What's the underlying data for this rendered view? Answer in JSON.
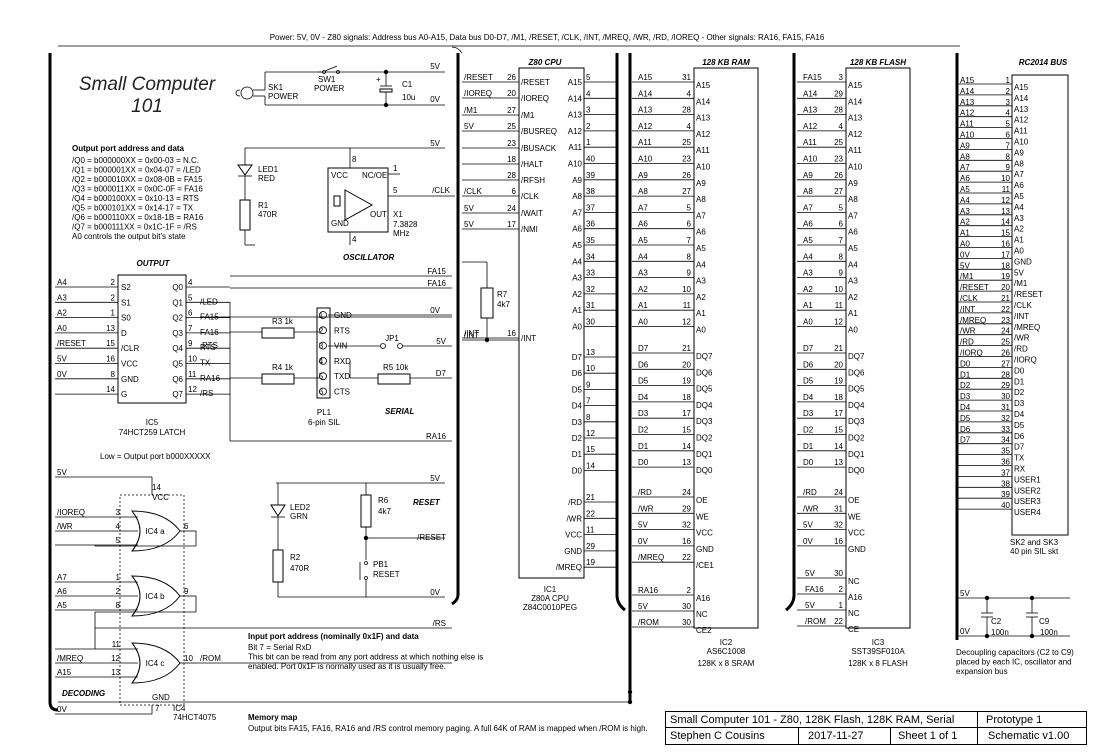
{
  "header": {
    "power_note": "Power: 5V, 0V  -  Z80 signals: Address bus A0-A15, Data bus D0-D7, /M1, /RESET, /CLK, /INT, /MREQ, /WR, /RD, /IOREQ  -  Other signals: RA16, FA15, FA16"
  },
  "title": {
    "line1": "Small Computer",
    "line2": "101"
  },
  "output_note": {
    "heading": "Output port address and data",
    "lines": [
      "/Q0 = b000000XX = 0x00-03  = N.C.",
      "/Q1 = b000001XX = 0x04-07  = /LED",
      "/Q2 = b000010XX = 0x08-0B  = FA15",
      "/Q3 = b000011XX = 0x0C-0F  = FA16",
      "/Q4 = b000100XX = 0x10-13  = RTS",
      "/Q5 = b000101XX = 0x14-17  = TX",
      "/Q6 = b000110XX = 0x18-1B  = RA16",
      "/Q7 = b000111XX = 0x1C-1F  = /RS",
      "A0 controls the output bit's state"
    ]
  },
  "power": {
    "sk1": "SK1",
    "sk1_sub": "POWER",
    "sw1": "SW1",
    "sw1_sub": "POWER",
    "c1": "C1",
    "c1_val": "10u",
    "v5": "5V",
    "v0": "0V"
  },
  "led1": {
    "name": "LED1",
    "color": "RED",
    "r1": "R1",
    "r1_val": "470R"
  },
  "osc": {
    "label": "OSCILLATOR",
    "vcc": "VCC",
    "gnd": "GND",
    "nc": "NC/OE",
    "out": "OUT",
    "x1": "X1",
    "freq": "7.3828",
    "unit": "MHz",
    "p8": "8",
    "p5": "5",
    "p4": "4",
    "p1": "1"
  },
  "z80": {
    "title": "Z80 CPU",
    "ic": "IC1",
    "name": "Z80A  CPU",
    "part": "Z84C0010PEG",
    "left_pins": [
      [
        "/RESET",
        "26"
      ],
      [
        "/IOREQ",
        "20"
      ],
      [
        "/M1",
        "27"
      ],
      [
        "/BUSREQ",
        "25"
      ],
      [
        "/BUSACK",
        "23"
      ],
      [
        "/HALT",
        "18"
      ],
      [
        "/RFSH",
        "28"
      ],
      [
        "/CLK",
        "6"
      ],
      [
        "/WAIT",
        "24"
      ],
      [
        "/NMI",
        "17"
      ],
      [
        "/INT",
        "16"
      ]
    ],
    "left_nets": [
      "/RESET",
      "/IOREQ",
      "/M1",
      "5V",
      "",
      "",
      "",
      "/CLK",
      "5V",
      "5V",
      "/INT"
    ],
    "addr": [
      [
        "A15",
        "5"
      ],
      [
        "A14",
        "4"
      ],
      [
        "A13",
        "3"
      ],
      [
        "A12",
        "2"
      ],
      [
        "A11",
        "1"
      ],
      [
        "A10",
        "40"
      ],
      [
        "A9",
        "39"
      ],
      [
        "A8",
        "38"
      ],
      [
        "A7",
        "37"
      ],
      [
        "A6",
        "36"
      ],
      [
        "A5",
        "35"
      ],
      [
        "A4",
        "34"
      ],
      [
        "A3",
        "33"
      ],
      [
        "A2",
        "32"
      ],
      [
        "A1",
        "31"
      ],
      [
        "A0",
        "30"
      ]
    ],
    "data": [
      [
        "D7",
        "13"
      ],
      [
        "D6",
        "10"
      ],
      [
        "D5",
        "9"
      ],
      [
        "D4",
        "7"
      ],
      [
        "D3",
        "8"
      ],
      [
        "D2",
        "12"
      ],
      [
        "D1",
        "15"
      ],
      [
        "D0",
        "14"
      ]
    ],
    "ctrl": [
      [
        "/RD",
        "21"
      ],
      [
        "/WR",
        "22"
      ],
      [
        "VCC",
        "11"
      ],
      [
        "GND",
        "29"
      ],
      [
        "/MREQ",
        "19"
      ]
    ]
  },
  "ram": {
    "title": "128 KB RAM",
    "ic": "IC2",
    "name": "AS6C1008",
    "desc": "128K x 8 SRAM",
    "addr": [
      [
        "A15",
        "31",
        "A15"
      ],
      [
        "A14",
        "4",
        "A14"
      ],
      [
        "A13",
        "28",
        "A13"
      ],
      [
        "A12",
        "4",
        "A12"
      ],
      [
        "A11",
        "25",
        "A11"
      ],
      [
        "A10",
        "23",
        "A10"
      ],
      [
        "A9",
        "26",
        "A9"
      ],
      [
        "A8",
        "27",
        "A8"
      ],
      [
        "A7",
        "5",
        "A7"
      ],
      [
        "A6",
        "6",
        "A6"
      ],
      [
        "A5",
        "7",
        "A5"
      ],
      [
        "A4",
        "8",
        "A4"
      ],
      [
        "A3",
        "9",
        "A3"
      ],
      [
        "A2",
        "10",
        "A2"
      ],
      [
        "A1",
        "11",
        "A1"
      ],
      [
        "A0",
        "12",
        "A0"
      ]
    ],
    "data": [
      [
        "D7",
        "21",
        "DQ7"
      ],
      [
        "D6",
        "20",
        "DQ6"
      ],
      [
        "D5",
        "19",
        "DQ5"
      ],
      [
        "D4",
        "18",
        "DQ4"
      ],
      [
        "D3",
        "17",
        "DQ3"
      ],
      [
        "D2",
        "15",
        "DQ2"
      ],
      [
        "D1",
        "14",
        "DQ1"
      ],
      [
        "D0",
        "13",
        "DQ0"
      ]
    ],
    "ctrl": [
      [
        "/RD",
        "24",
        "OE"
      ],
      [
        "/WR",
        "29",
        "WE"
      ],
      [
        "5V",
        "32",
        "VCC"
      ],
      [
        "0V",
        "16",
        "GND"
      ],
      [
        "/MREQ",
        "22",
        "/CE1"
      ]
    ],
    "extra": [
      [
        "RA16",
        "2",
        "A16"
      ],
      [
        "5V",
        "30",
        "NC"
      ],
      [
        "/ROM",
        "30",
        "CE2"
      ]
    ]
  },
  "flash": {
    "title": "128 KB FLASH",
    "ic": "IC3",
    "name": "SST39SF010A",
    "desc": "128K x 8 FLASH",
    "addr": [
      [
        "FA15",
        "3",
        "A15"
      ],
      [
        "A14",
        "29",
        "A14"
      ],
      [
        "A13",
        "28",
        "A13"
      ],
      [
        "A12",
        "4",
        "A12"
      ],
      [
        "A11",
        "25",
        "A11"
      ],
      [
        "A10",
        "23",
        "A10"
      ],
      [
        "A9",
        "26",
        "A9"
      ],
      [
        "A8",
        "27",
        "A8"
      ],
      [
        "A7",
        "5",
        "A7"
      ],
      [
        "A6",
        "6",
        "A6"
      ],
      [
        "A5",
        "7",
        "A5"
      ],
      [
        "A4",
        "8",
        "A4"
      ],
      [
        "A3",
        "9",
        "A3"
      ],
      [
        "A2",
        "10",
        "A2"
      ],
      [
        "A1",
        "11",
        "A1"
      ],
      [
        "A0",
        "12",
        "A0"
      ]
    ],
    "data": [
      [
        "D7",
        "21",
        "DQ7"
      ],
      [
        "D6",
        "20",
        "DQ6"
      ],
      [
        "D5",
        "19",
        "DQ5"
      ],
      [
        "D4",
        "18",
        "DQ4"
      ],
      [
        "D3",
        "17",
        "DQ3"
      ],
      [
        "D2",
        "15",
        "DQ2"
      ],
      [
        "D1",
        "14",
        "DQ1"
      ],
      [
        "D0",
        "13",
        "DQ0"
      ]
    ],
    "ctrl": [
      [
        "/RD",
        "24",
        "OE"
      ],
      [
        "/WR",
        "31",
        "WE"
      ],
      [
        "5V",
        "32",
        "VCC"
      ],
      [
        "0V",
        "16",
        "GND"
      ]
    ],
    "extra": [
      [
        "5V",
        "30",
        "NC"
      ],
      [
        "FA16",
        "2",
        "A16"
      ],
      [
        "5V",
        "1",
        "NC"
      ],
      [
        "/ROM",
        "22",
        "CE"
      ]
    ]
  },
  "bus": {
    "title": "RC2014 BUS",
    "note1": "SK2 and SK3",
    "note2": "40 pin SIL skt",
    "pins": [
      [
        "A15",
        "1",
        "A15"
      ],
      [
        "A14",
        "2",
        "A14"
      ],
      [
        "A13",
        "3",
        "A13"
      ],
      [
        "A12",
        "4",
        "A12"
      ],
      [
        "A11",
        "5",
        "A11"
      ],
      [
        "A10",
        "6",
        "A10"
      ],
      [
        "A9",
        "7",
        "A9"
      ],
      [
        "A8",
        "8",
        "A8"
      ],
      [
        "A7",
        "9",
        "A7"
      ],
      [
        "A6",
        "10",
        "A6"
      ],
      [
        "A5",
        "11",
        "A5"
      ],
      [
        "A4",
        "12",
        "A4"
      ],
      [
        "A3",
        "13",
        "A3"
      ],
      [
        "A2",
        "14",
        "A2"
      ],
      [
        "A1",
        "15",
        "A1"
      ],
      [
        "A0",
        "16",
        "A0"
      ],
      [
        "0V",
        "17",
        "GND"
      ],
      [
        "5V",
        "18",
        "5V"
      ],
      [
        "/M1",
        "19",
        "/M1"
      ],
      [
        "/RESET",
        "20",
        "/RESET"
      ],
      [
        "/CLK",
        "21",
        "/CLK"
      ],
      [
        "/INT",
        "22",
        "/INT"
      ],
      [
        "/MREQ",
        "23",
        "/MREQ"
      ],
      [
        "/WR",
        "24",
        "/WR"
      ],
      [
        "/RD",
        "25",
        "/RD"
      ],
      [
        "/IORQ",
        "26",
        "/IORQ"
      ],
      [
        "D0",
        "27",
        "D0"
      ],
      [
        "D1",
        "28",
        "D1"
      ],
      [
        "D2",
        "29",
        "D2"
      ],
      [
        "D3",
        "30",
        "D3"
      ],
      [
        "D4",
        "31",
        "D4"
      ],
      [
        "D5",
        "32",
        "D5"
      ],
      [
        "D6",
        "33",
        "D6"
      ],
      [
        "D7",
        "34",
        "D7"
      ],
      [
        "",
        "35",
        "TX"
      ],
      [
        "",
        "36",
        "RX"
      ],
      [
        "",
        "37",
        "USER1"
      ],
      [
        "",
        "38",
        "USER2"
      ],
      [
        "",
        "39",
        "USER3"
      ],
      [
        "",
        "40",
        "USER4"
      ]
    ]
  },
  "latch": {
    "title": "OUTPUT",
    "ic": "IC5",
    "part": "74HCT259  LATCH",
    "left": [
      [
        "A4",
        "2",
        "S2"
      ],
      [
        "A3",
        "2",
        "S1"
      ],
      [
        "A2",
        "1",
        "S0"
      ],
      [
        "A0",
        "13",
        "D"
      ],
      [
        "/RESET",
        "15",
        "/CLR"
      ],
      [
        "5V",
        "16",
        "VCC"
      ],
      [
        "0V",
        "8",
        "GND"
      ],
      [
        "",
        "14",
        "G"
      ]
    ],
    "right": [
      [
        "4",
        "Q0",
        ""
      ],
      [
        "5",
        "Q1",
        "/LED"
      ],
      [
        "6",
        "Q2",
        "FA15"
      ],
      [
        "7",
        "Q3",
        "FA16"
      ],
      [
        "9",
        "Q4",
        "RTS"
      ],
      [
        "10",
        "Q5",
        "TX"
      ],
      [
        "11",
        "Q6",
        "RA16"
      ],
      [
        "12",
        "Q7",
        "/RS"
      ]
    ],
    "note": "Low = Output port b000XXXXX"
  },
  "serial": {
    "label": "SERIAL",
    "pl1": "PL1",
    "pl1_sub": "6-pin SIL",
    "jp1": "JP1",
    "r3": "R3 1k",
    "r4": "R4 1k",
    "r5": "R5 10k",
    "r7": "R7",
    "r7_val": "4k7",
    "pins": [
      [
        "1",
        "GND"
      ],
      [
        "2",
        "RTS"
      ],
      [
        "3",
        "VIN"
      ],
      [
        "4",
        "RXD"
      ],
      [
        "5",
        "TXD"
      ],
      [
        "6",
        "CTS"
      ]
    ],
    "nets": {
      "zero": "0V",
      "five": "5V",
      "d7": "D7",
      "fa15": "FA15",
      "fa16": "FA16",
      "int": "/INT",
      "rts": "RTS",
      "tx": "TX",
      "ra16": "RA16",
      "rs": "/RS"
    }
  },
  "reset": {
    "label": "RESET",
    "led2": "LED2",
    "led2_c": "GRN",
    "r2": "R2",
    "r2_val": "470R",
    "r6": "R6",
    "r6_val": "4k7",
    "pb1": "PB1",
    "pb1_sub": "RESET",
    "net": "/RESET",
    "v5": "5V",
    "v0": "0V"
  },
  "decoding": {
    "label": "DECODING",
    "ic": "IC4",
    "part": "74HCT4075",
    "vcc": "VCC",
    "gnd": "GND",
    "p14": "14",
    "p7": "7",
    "gates": [
      {
        "name": "IC4 a",
        "in": [
          [
            "/IOREQ",
            "3"
          ],
          [
            "/WR",
            "4"
          ],
          [
            "",
            "5"
          ]
        ],
        "out": "6"
      },
      {
        "name": "IC4 b",
        "in": [
          [
            "A7",
            "1"
          ],
          [
            "A6",
            "2"
          ],
          [
            "A5",
            "8"
          ]
        ],
        "out": "9"
      },
      {
        "name": "IC4 c",
        "in": [
          [
            "",
            "11"
          ],
          [
            "/MREQ",
            "12"
          ],
          [
            "A15",
            "13"
          ]
        ],
        "out": "10",
        "out_net": "/ROM"
      }
    ],
    "nets": {
      "v5": "5V",
      "v0": "0V",
      "rs": "/RS"
    }
  },
  "input_note": {
    "heading": "Input port address (nominally 0x1F) and data",
    "lines": [
      "Bit 7 = Serial RxD",
      "This bit can be read from any port address at which nothing else is",
      "enabled. Port 0x1F is normally used as it is usually free."
    ]
  },
  "memory_note": {
    "heading": "Memory map",
    "text": "Output bits FA15, FA16, RA16 and /RS control memory paging. A full 64K of RAM is mapped when /ROM is high."
  },
  "decoupling": {
    "v5": "5V",
    "v0": "0V",
    "c2": "C2",
    "c2_val": "100n",
    "c9": "C9",
    "c9_val": "100n",
    "note": [
      "Decoupling capacitors (C2 to C9)",
      "placed by each IC, oscillator and",
      "expansion bus"
    ]
  },
  "title_block": {
    "title": "Small Computer 101 - Z80, 128K Flash, 128K RAM, Serial",
    "status": "Prototype 1",
    "author": "Stephen C Cousins",
    "date": "2017-11-27",
    "sheet": "Sheet 1 of 1",
    "version": "Schematic v1.00"
  }
}
